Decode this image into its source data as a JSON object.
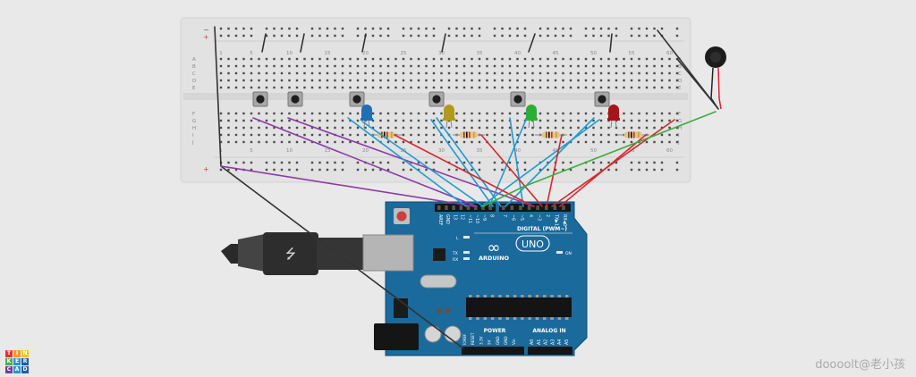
{
  "breadboard": {
    "column_labels": [
      "1",
      "5",
      "10",
      "15",
      "20",
      "25",
      "30",
      "35",
      "40",
      "45",
      "50",
      "55",
      "60"
    ],
    "row_labels_top": [
      "A",
      "B",
      "C",
      "D",
      "E"
    ],
    "row_labels_bottom": [
      "F",
      "G",
      "H",
      "I",
      "J"
    ],
    "rail_plus": "+",
    "rail_minus": "−"
  },
  "leds": [
    {
      "name": "blue-led",
      "color": "#1f6fb4"
    },
    {
      "name": "yellow-led",
      "color": "#b19a17"
    },
    {
      "name": "green-led",
      "color": "#2cae34"
    },
    {
      "name": "red-led",
      "color": "#a3161a"
    }
  ],
  "wire_colors": {
    "black": "#333333",
    "purple": "#8e3aa8",
    "blue": "#1e9bd3",
    "red": "#d9262c",
    "green": "#3aae3f"
  },
  "arduino": {
    "brand": "ARDUINO",
    "model": "UNO",
    "digital_label": "DIGITAL (PWM~)",
    "power_label": "POWER",
    "analog_label": "ANALOG IN",
    "on_label": "ON",
    "l_label": "L",
    "tx_label": "TX",
    "rx_label": "RX",
    "digital_pins": [
      "AREF",
      "GND",
      "13",
      "12",
      "~11",
      "~10",
      "~9",
      "8",
      "7",
      "~6",
      "~5",
      "4",
      "~3",
      "2",
      "TX▶1",
      "RX◀0"
    ],
    "power_pins": [
      "IOREF",
      "RESET",
      "3.3V",
      "5V",
      "GND",
      "GND",
      "Vin"
    ],
    "analog_pins": [
      "A0",
      "A1",
      "A2",
      "A3",
      "A4",
      "A5"
    ],
    "board_color": "#1a6a9c"
  },
  "logo": {
    "letters": [
      "T",
      "I",
      "N",
      "K",
      "E",
      "R",
      "C",
      "A",
      "D"
    ],
    "colors": [
      "#e3333a",
      "#f39a25",
      "#f2c51c",
      "#4fae4a",
      "#2a95d3",
      "#1e5ea8",
      "#7a3c98",
      "#2a95d3",
      "#1e5ea8"
    ]
  },
  "watermark": "doooolt@老小孩"
}
